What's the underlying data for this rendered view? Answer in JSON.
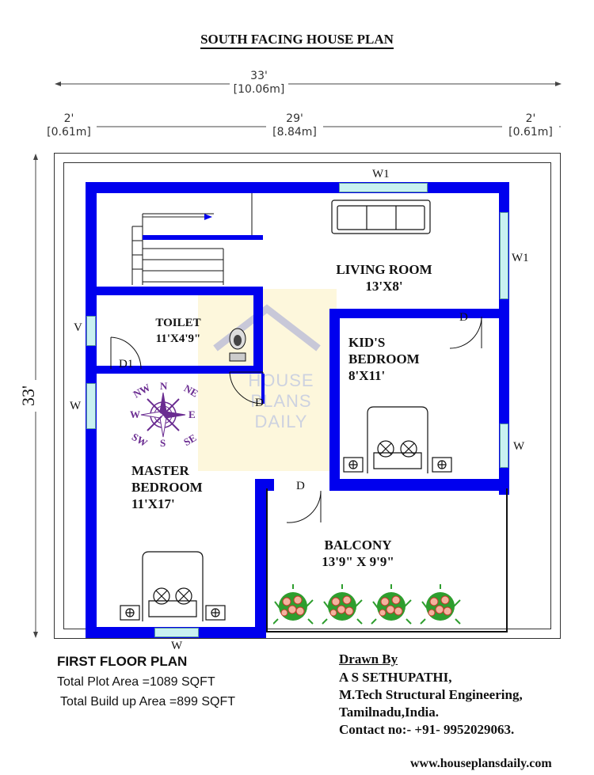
{
  "title": "SOUTH FACING HOUSE PLAN",
  "dimensions": {
    "overall_ft": "33'",
    "overall_m": "[10.06m]",
    "left_ft": "2'",
    "left_m": "[0.61m]",
    "center_ft": "29'",
    "center_m": "[8.84m]",
    "right_ft": "2'",
    "right_m": "[0.61m]",
    "vertical_ft": "33'"
  },
  "rooms": {
    "living": {
      "name": "LIVING ROOM",
      "size": "13'X8'"
    },
    "toilet": {
      "name": "TOILET",
      "size": "11'X4'9\""
    },
    "kids": {
      "name": "KID'S",
      "name2": "BEDROOM",
      "size": "8'X11'"
    },
    "master": {
      "name": "MASTER",
      "name2": "BEDROOM",
      "size": "11'X17'"
    },
    "balcony": {
      "name": "BALCONY",
      "size": "13'9\" X 9'9\""
    }
  },
  "openings": {
    "w1_top": "W1",
    "w1_right": "W1",
    "v": "V",
    "w_left": "W",
    "w_right": "W",
    "w_bottom": "W",
    "d1": "D1",
    "d_kids": "D",
    "d_master": "D",
    "d_balcony": "D"
  },
  "compass": {
    "n": "N",
    "s": "S",
    "e": "E",
    "w": "W",
    "ne": "NE",
    "nw": "NW",
    "se": "SE",
    "sw": "SW"
  },
  "watermark": [
    "HOUSE",
    "PLANS",
    "DAILY"
  ],
  "footer": {
    "plan_name": "FIRST FLOOR PLAN",
    "plot_area": "Total Plot Area =1089 SQFT",
    "build_area": "Total Build up Area =899 SQFT",
    "drawn_by": "Drawn By",
    "author": "A S SETHUPATHI,",
    "qualification": "M.Tech Structural Engineering,",
    "location": "Tamilnadu,India.",
    "contact": "Contact no:- +91- 9952029063.",
    "website": "www.houseplansdaily.com"
  },
  "colors": {
    "wall": "#0000ee",
    "window": "#c9f1f1",
    "compass": "#6a2c91",
    "flower": "#e87a6a",
    "leaf": "#2e9e2e"
  }
}
